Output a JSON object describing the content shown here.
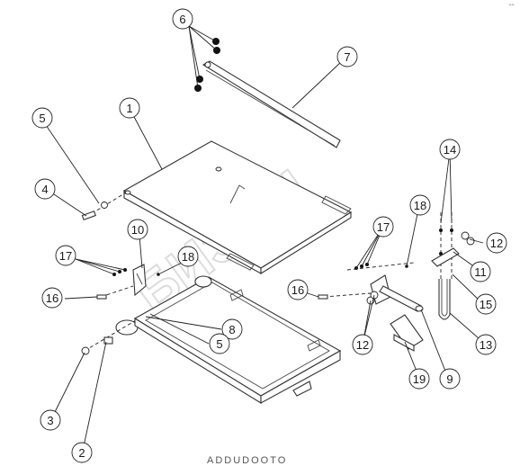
{
  "watermark": "БИЗОН",
  "caption": "ADDUDOOTO",
  "corner_mark": "--",
  "callouts": [
    {
      "id": "c1",
      "label": "1"
    },
    {
      "id": "c2",
      "label": "2"
    },
    {
      "id": "c3",
      "label": "3"
    },
    {
      "id": "c4",
      "label": "4"
    },
    {
      "id": "c5a",
      "label": "5"
    },
    {
      "id": "c5b",
      "label": "5"
    },
    {
      "id": "c6",
      "label": "6"
    },
    {
      "id": "c7",
      "label": "7"
    },
    {
      "id": "c8",
      "label": "8"
    },
    {
      "id": "c9",
      "label": "9"
    },
    {
      "id": "c10",
      "label": "10"
    },
    {
      "id": "c11",
      "label": "11"
    },
    {
      "id": "c12a",
      "label": "12"
    },
    {
      "id": "c12b",
      "label": "12"
    },
    {
      "id": "c13",
      "label": "13"
    },
    {
      "id": "c14",
      "label": "14"
    },
    {
      "id": "c15",
      "label": "15"
    },
    {
      "id": "c16a",
      "label": "16"
    },
    {
      "id": "c16b",
      "label": "16"
    },
    {
      "id": "c17a",
      "label": "17"
    },
    {
      "id": "c17b",
      "label": "17"
    },
    {
      "id": "c18a",
      "label": "18"
    },
    {
      "id": "c18b",
      "label": "18"
    },
    {
      "id": "c19",
      "label": "19"
    }
  ]
}
